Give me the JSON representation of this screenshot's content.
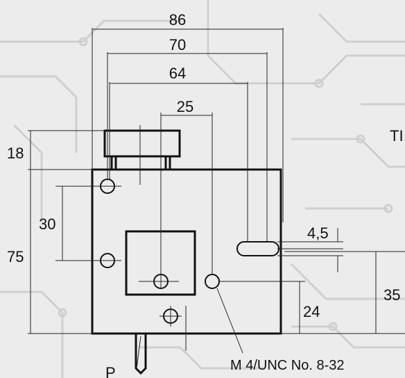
{
  "drawing": {
    "dimensions": {
      "overall_width": "86",
      "width_70": "70",
      "width_64": "64",
      "width_25": "25",
      "height_18": "18",
      "height_30": "30",
      "height_75": "75",
      "slot_4_5": "4,5",
      "height_35": "35",
      "height_24": "24"
    },
    "labels": {
      "thread_note": "M 4/UNC No. 8-32",
      "shaft_letter": "P",
      "clipped_label": "TI"
    },
    "colors": {
      "background": "#ececec",
      "circuit_trace": "#c9c9c9",
      "line": "#111111"
    }
  }
}
